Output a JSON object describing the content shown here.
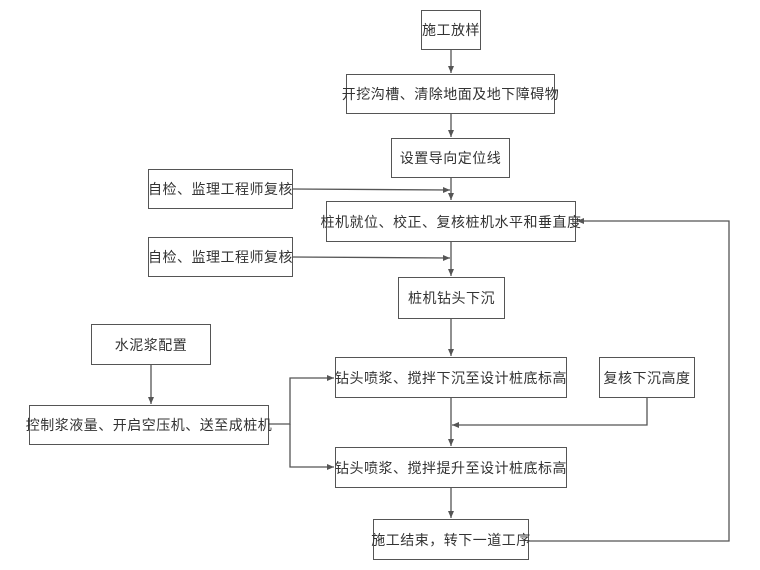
{
  "diagram": {
    "type": "flowchart",
    "nodes": {
      "survey": "施工放样",
      "excavate": "开挖沟槽、清除地面及地下障碍物",
      "guide_line": "设置导向定位线",
      "self_check_1": "自检、监理工程师复核",
      "position": "桩机就位、校正、复核桩机水平和垂直度",
      "self_check_2": "自检、监理工程师复核",
      "drill_down": "桩机钻头下沉",
      "cement_mix": "水泥浆配置",
      "control_slurry": "控制浆液量、开启空压机、送至成桩机",
      "spray_down": "钻头喷浆、搅拌下沉至设计桩底标高",
      "recheck_depth": "复核下沉高度",
      "spray_up": "钻头喷浆、搅拌提升至设计桩底标高",
      "finish": "施工结束，转下一道工序"
    },
    "edges": [
      [
        "survey",
        "excavate"
      ],
      [
        "excavate",
        "guide_line"
      ],
      [
        "guide_line",
        "position"
      ],
      [
        "self_check_1",
        "position"
      ],
      [
        "position",
        "drill_down"
      ],
      [
        "self_check_2",
        "drill_down"
      ],
      [
        "drill_down",
        "spray_down"
      ],
      [
        "cement_mix",
        "control_slurry"
      ],
      [
        "control_slurry",
        "spray_down"
      ],
      [
        "control_slurry",
        "spray_up"
      ],
      [
        "spray_down",
        "spray_up"
      ],
      [
        "recheck_depth",
        "spray_up"
      ],
      [
        "spray_up",
        "finish"
      ],
      [
        "finish",
        "position"
      ]
    ],
    "colors": {
      "line": "#555555",
      "text": "#333333",
      "background": "#ffffff"
    }
  }
}
